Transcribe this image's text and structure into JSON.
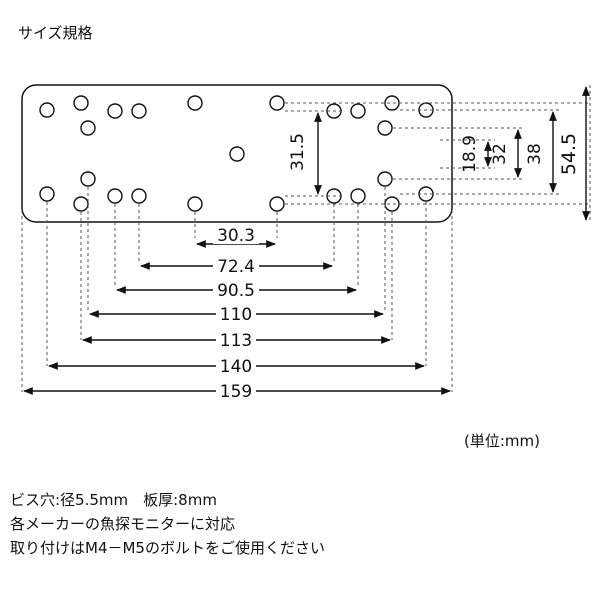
{
  "title": "サイズ規格",
  "unit_label": "(単位:mm)",
  "notes": [
    "ビス穴:径5.5mm　板厚:8mm",
    "各メーカーの魚探モニターに対応",
    "取り付けはM4－M5のボルトをご使用ください"
  ],
  "dimensions": {
    "horizontal": [
      "30.3",
      "72.4",
      "90.5",
      "110",
      "113",
      "140",
      "159"
    ],
    "vertical": [
      "31.5",
      "18.9",
      "32",
      "38",
      "54.5"
    ]
  },
  "colors": {
    "line": "#111111",
    "dashed": "#555555",
    "background": "#ffffff"
  }
}
